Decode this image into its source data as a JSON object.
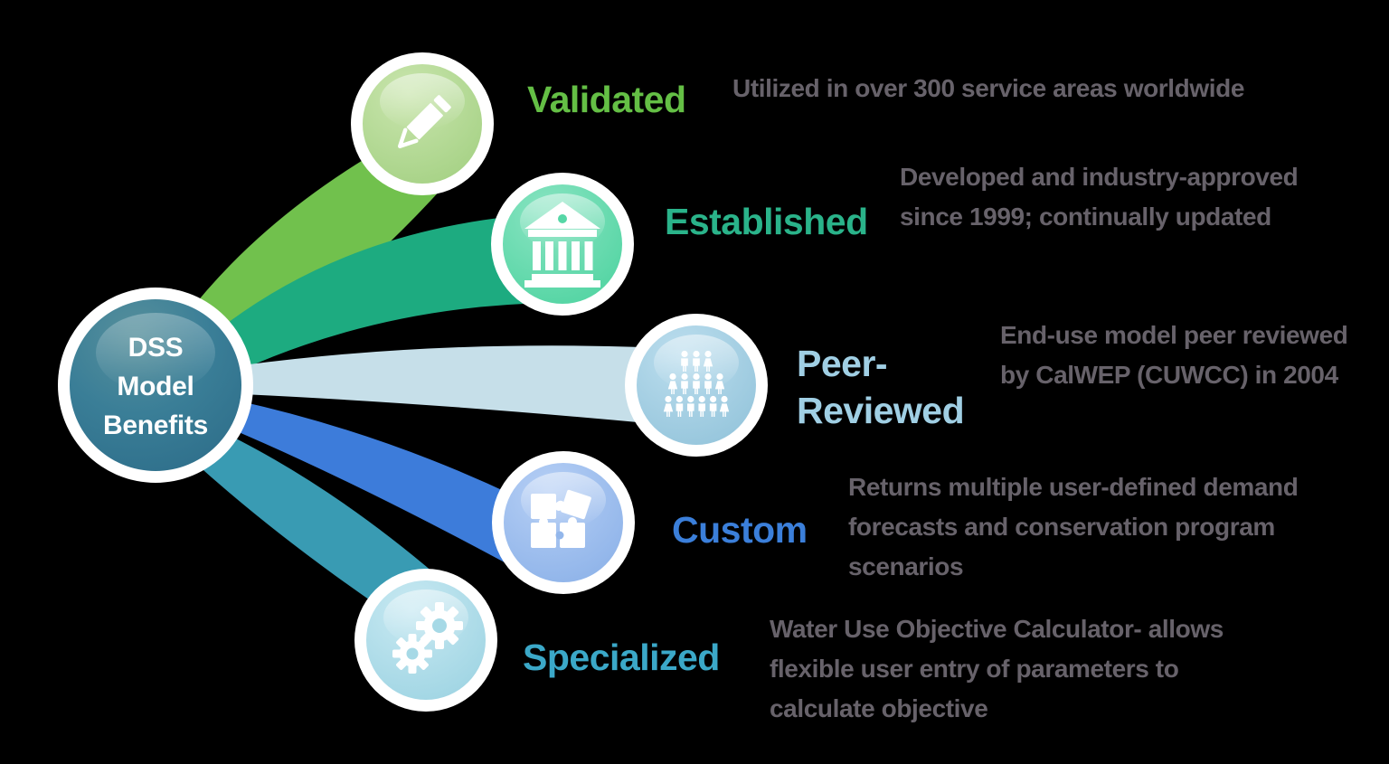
{
  "title": "DSS Model Benefits infographic",
  "background_color": "#000000",
  "center": {
    "lines": [
      "DSS",
      "Model",
      "Benefits"
    ],
    "fill_color": "#38778f",
    "text_color": "#ffffff"
  },
  "description_color": "#67626a",
  "benefits": [
    {
      "label": "Validated",
      "label_color": "#64bf45",
      "node_color": "#a8d389",
      "ribbon_color": "#71c14d",
      "icon": "pencil-icon",
      "description_lines": [
        "Utilized in over 300 service areas worldwide"
      ]
    },
    {
      "label": "Established",
      "label_color": "#2ab38a",
      "node_color": "#56d7a6",
      "ribbon_color": "#1dab80",
      "icon": "bank-icon",
      "description_lines": [
        "Developed and industry-approved",
        "since 1999; continually updated"
      ]
    },
    {
      "label": "Peer-Reviewed",
      "label_color": "#a0cfe4",
      "node_color": "#9acade",
      "ribbon_color": "#c6dfe9",
      "icon": "people-icon",
      "description_lines": [
        "End-use model peer reviewed",
        "by CalWEP (CUWCC) in 2004"
      ]
    },
    {
      "label": "Custom",
      "label_color": "#3b7fda",
      "node_color": "#93b7eb",
      "ribbon_color": "#3d7cda",
      "icon": "puzzle-icon",
      "description_lines": [
        "Returns multiple user-defined demand",
        "forecasts and conservation program",
        "scenarios"
      ]
    },
    {
      "label": "Specialized",
      "label_color": "#3ba8c8",
      "node_color": "#a6d9e6",
      "ribbon_color": "#399bb3",
      "icon": "gears-icon",
      "description_lines": [
        "Water Use Objective Calculator- allows",
        "flexible user entry of parameters to",
        "calculate objective"
      ]
    }
  ]
}
